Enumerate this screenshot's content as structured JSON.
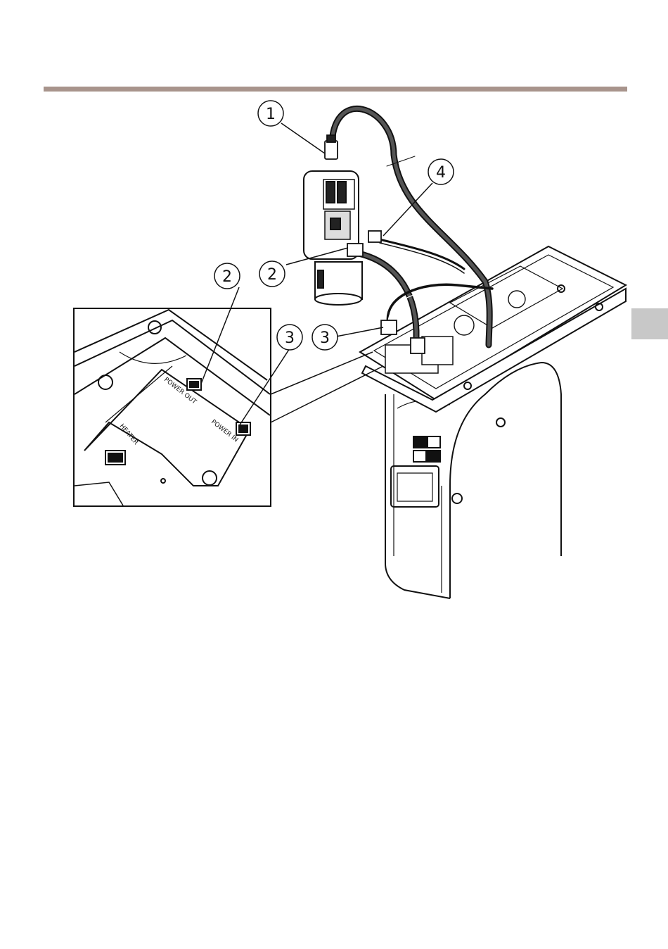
{
  "header": {
    "rule_color": "#a8948c"
  },
  "side_tab": {
    "color": "#c8c8c8"
  },
  "figure": {
    "callouts": [
      {
        "number": "1"
      },
      {
        "number": "2"
      },
      {
        "number": "2"
      },
      {
        "number": "3"
      },
      {
        "number": "3"
      },
      {
        "number": "4"
      }
    ],
    "inset_labels": {
      "power_out": "POWER OUT",
      "power_in": "POWER IN",
      "heater": "HEATER"
    }
  }
}
